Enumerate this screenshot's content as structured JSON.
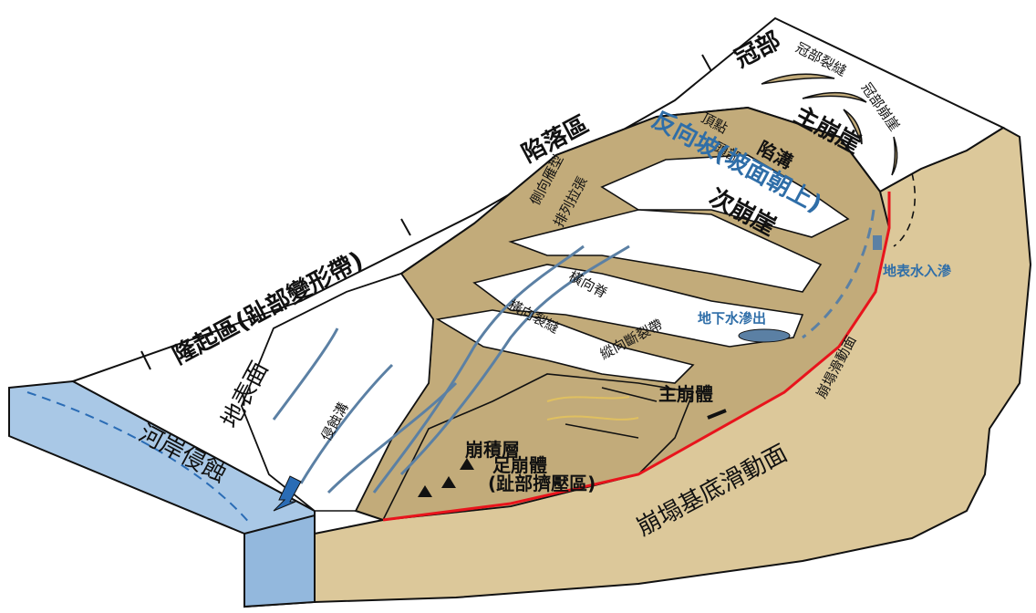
{
  "labels": {
    "crown": "冠部",
    "crown_cracks": "冠部裂縫",
    "crown_scarp": "冠部崩崖",
    "main_scarp": "主崩崖",
    "top_point": "頂點",
    "head": "頭部",
    "graben": "陷溝",
    "reverse_slope": "反向坡(坡面朝上)",
    "minor_scarp": "次崩崖",
    "depletion_zone": "陷落區",
    "lateral_echelon": "側向雁型",
    "echelon_arrangement": "排列拉張",
    "surface_water_infiltration": "地表水入滲",
    "groundwater_seepage": "地下水滲出",
    "transverse_ridge": "橫向脊",
    "transverse_cracks": "橫向裂縫",
    "longitudinal_fault": "縱向斷裂帶",
    "main_body": "主崩體",
    "slip_surface": "崩塌滑動面",
    "basal_slip_surface": "崩塌基底滑動面",
    "colluvium": "崩積層",
    "foot": "足崩體",
    "toe_compression": "(趾部擠壓區)",
    "uplift_zone": "隆起區(趾部變形帶)",
    "ground_surface": "地表面",
    "erosion_gully": "侵蝕溝",
    "riverbank_erosion": "河岸侵蝕"
  },
  "colors": {
    "soil": "#dcc89a",
    "soil_dark": "#c2ab7a",
    "river": "#a9c8e6",
    "river_line": "#2a6cb5",
    "slip_line": "#e8141c",
    "drainage": "#5b80a4",
    "label_blue": "#2f6ea8"
  }
}
